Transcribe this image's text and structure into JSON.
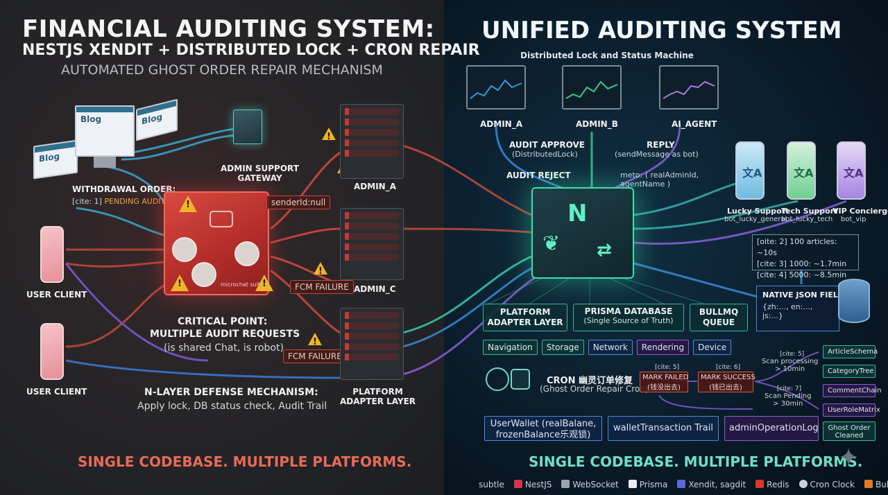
{
  "left": {
    "title_line1": "FINANCIAL AUDITING SYSTEM:",
    "title_line2": "NESTJS XENDIT + DISTRIBUTED LOCK + CRON REPAIR",
    "title_line3": "AUTOMATED GHOST ORDER REPAIR MECHANISM",
    "blog_label": "Blog",
    "withdrawal_label": "WITHDRAWAL ORDER:",
    "cite1": "[cite: 1]",
    "pending_audit": "PENDING AUDIT",
    "admin_support_gateway": "ADMIN SUPPORT\nGATEWAY",
    "user_client_1": "USER CLIENT",
    "user_client_2": "USER CLIENT",
    "sender_null": "senderId:null",
    "fcm_failure_1": "FCM FAILURE",
    "fcm_failure_2": "FCM FAILURE",
    "admin_a": "ADMIN_A",
    "admin_c": "ADMIN_C",
    "cube_text": "microchat suite",
    "critical_point": "CRITICAL POINT:",
    "multiple_audit": "MULTIPLE AUDIT REQUESTS",
    "shared_chat": "(is shared Chat, is robot)",
    "platform_adapter": "PLATFORM\nADAPTER LAYER",
    "n_layer": "N-LAYER DEFENSE MECHANISM:",
    "n_layer_desc": "Apply lock, DB status check, Audit Trail",
    "footer": "SINGLE CODEBASE. MULTIPLE PLATFORMS.",
    "warn_glyph": "!"
  },
  "right": {
    "title": "UNIFIED AUDITING SYSTEM",
    "subtitle": "Distributed Lock and Status Machine",
    "admin_a": "ADMIN_A",
    "admin_b": "ADMIN_B",
    "ai_agent": "AI_AGENT",
    "audit_approve": "AUDIT APPROVE",
    "distributed_lock": "(DistributedLock)",
    "audit_reject": "AUDIT REJECT",
    "reply": "REPLY",
    "send_message": "(sendMessage as bot)",
    "meta": "meto: ( realAdminId,\nagentName )",
    "phones": [
      {
        "icon": "文A",
        "name": "Lucky Support",
        "bot": "bot_lucky_general",
        "color": "#4aa8d8"
      },
      {
        "icon": "文A",
        "name": "Tech Support",
        "bot": "bot_lucky_tech",
        "color": "#4cc98a"
      },
      {
        "icon": "文A",
        "name": "VIP Concierge",
        "bot": "bot_vip",
        "color": "#a77ee0"
      }
    ],
    "cites": [
      "[oite: 2] 100 articles: ~10s",
      "[cite: 3] 1000: ~1.7min",
      "[cite: 4] 5000: ~8.5min"
    ],
    "native_json": "NATIVE JSON FIELD",
    "native_json_desc": "{zh:..., en:...,\njs:...}",
    "platform_adapter": "PLATFORM\nADAPTER LAYER",
    "prisma": "PRISMA DATABASE",
    "prisma_sub": "(Single Source of Truth)",
    "bullmq": "BULLMQ\nQUEUE",
    "tags": [
      "Navigation",
      "Storage",
      "Network",
      "Rendering",
      "Device"
    ],
    "cron_title": "CRON 幽灵订单修复",
    "cron_sub": "(Ghost Order Repair Cron)",
    "mark_failed_cite": "[cite: 5]",
    "mark_failed": "MARK FAILED\n(钱没出去)",
    "mark_success_cite": "[cite: 6]",
    "mark_success": "MARK SUCCESS\n(钱已出去)",
    "cite5": "[cite: 5]",
    "scan_processing": "Scan processing\n> 10min",
    "cite7": "[cite: 7]",
    "scan_pending": "Scan Pending\n> 30min",
    "schemas": [
      "ArticleSchema",
      "CategoryTree",
      "CommentChain",
      "UserRoleMatrix",
      "Ghost Order\nCleaned"
    ],
    "user_wallet": "UserWallet (realBalane,\nfrozenBalance乐观锁)",
    "wallet_trail": "walletTransaction Trail",
    "admin_log": "adminOperationLog",
    "footer": "SINGLE CODEBASE. MULTIPLE PLATFORMS.",
    "legend": [
      "subtle",
      "NestJS",
      "WebSocket",
      "Prisma",
      "Xendit, sagdit",
      "Redis",
      "Cron Clock",
      "BullMQ"
    ]
  },
  "colors": {
    "red": "#d84a40",
    "teal": "#3de0b0",
    "purple": "#8a5fd6",
    "blue": "#4a8ad6",
    "orange": "#f4a63a"
  }
}
